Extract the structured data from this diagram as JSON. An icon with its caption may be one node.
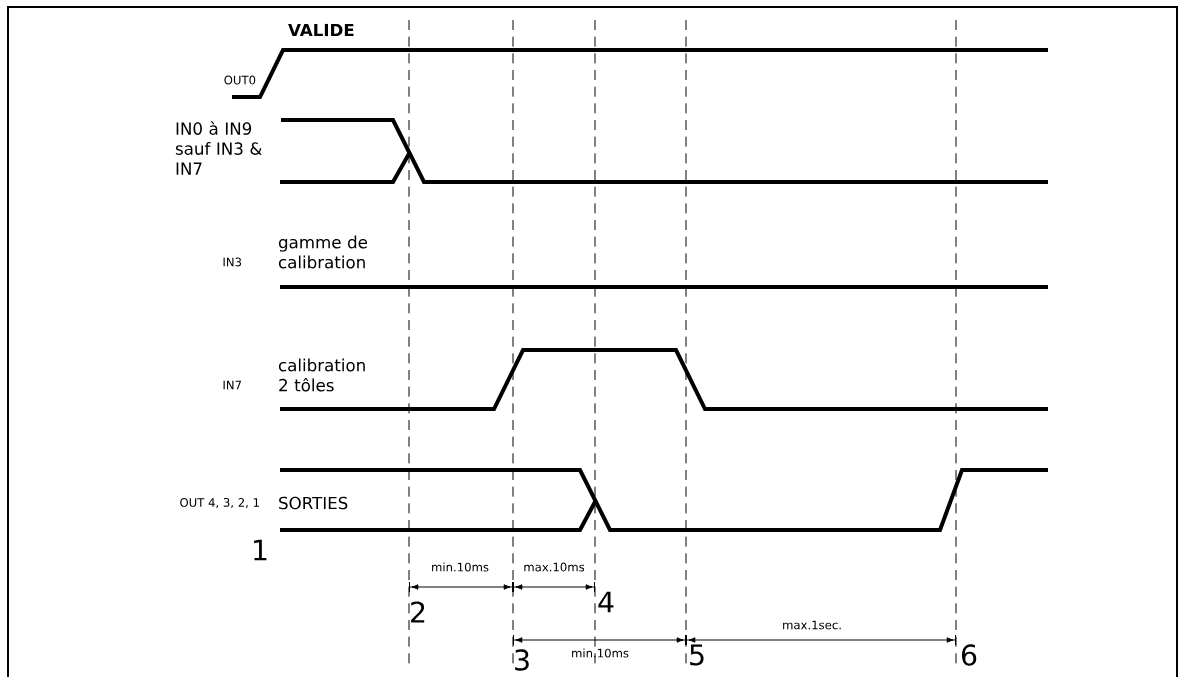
{
  "diagram": {
    "labels": [
      "VALIDE",
      "OUT0",
      "IN0 à IN9 sauf IN3 & IN7",
      "IN3",
      "gamme de calibration",
      "IN7",
      "calibration 2 tôles",
      "OUT 4, 3, 2, 1",
      "SORTIES",
      "1",
      "min.10ms",
      "max.10ms",
      "2",
      "4",
      "3",
      "min.10ms",
      "5",
      "max.1sec.",
      "6"
    ]
  }
}
